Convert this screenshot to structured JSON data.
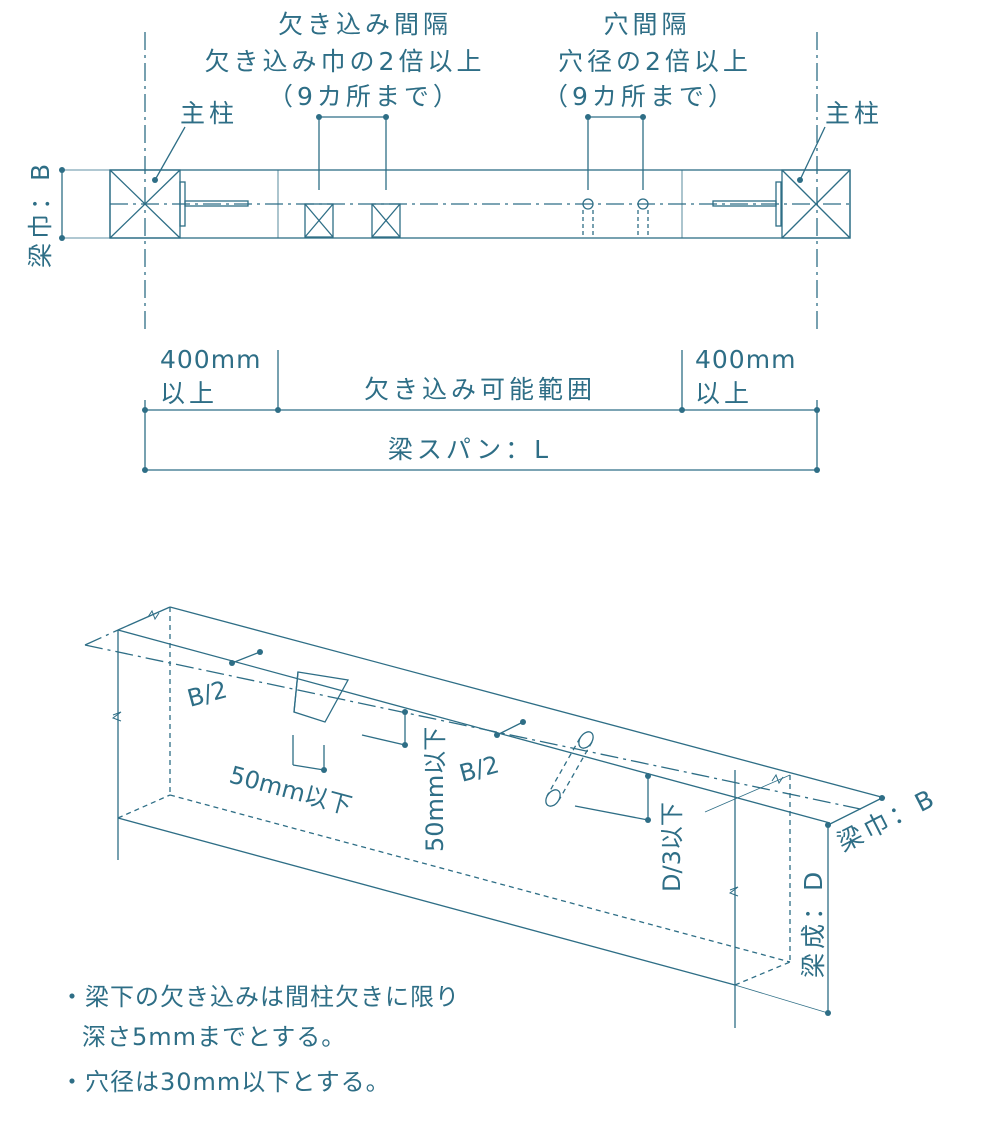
{
  "colors": {
    "line": "#2e6e86",
    "background": "#ffffff"
  },
  "plan": {
    "notch_interval": [
      "欠き込み間隔",
      "欠き込み巾の2倍以上",
      "（9カ所まで）"
    ],
    "hole_interval": [
      "穴間隔",
      "穴径の2倍以上",
      "（9カ所まで）"
    ],
    "main_column_left": "主柱",
    "main_column_right": "主柱",
    "beam_width": "梁巾：B",
    "left_margin": [
      "400mm",
      "以上"
    ],
    "right_margin": [
      "400mm",
      "以上"
    ],
    "notch_range": "欠き込み可能範囲",
    "beam_span": "梁スパン：L"
  },
  "iso": {
    "notch_offset": "B/2",
    "notch_width": "50mm以下",
    "notch_depth": "50mm以下",
    "hole_offset": "B/2",
    "hole_limit": "D/3以下",
    "beam_width": "梁巾：B",
    "beam_depth": "梁成：D"
  },
  "notes": [
    "・梁下の欠き込みは間柱欠きに限り",
    "深さ5mmまでとする。",
    "・穴径は30mm以下とする。"
  ]
}
